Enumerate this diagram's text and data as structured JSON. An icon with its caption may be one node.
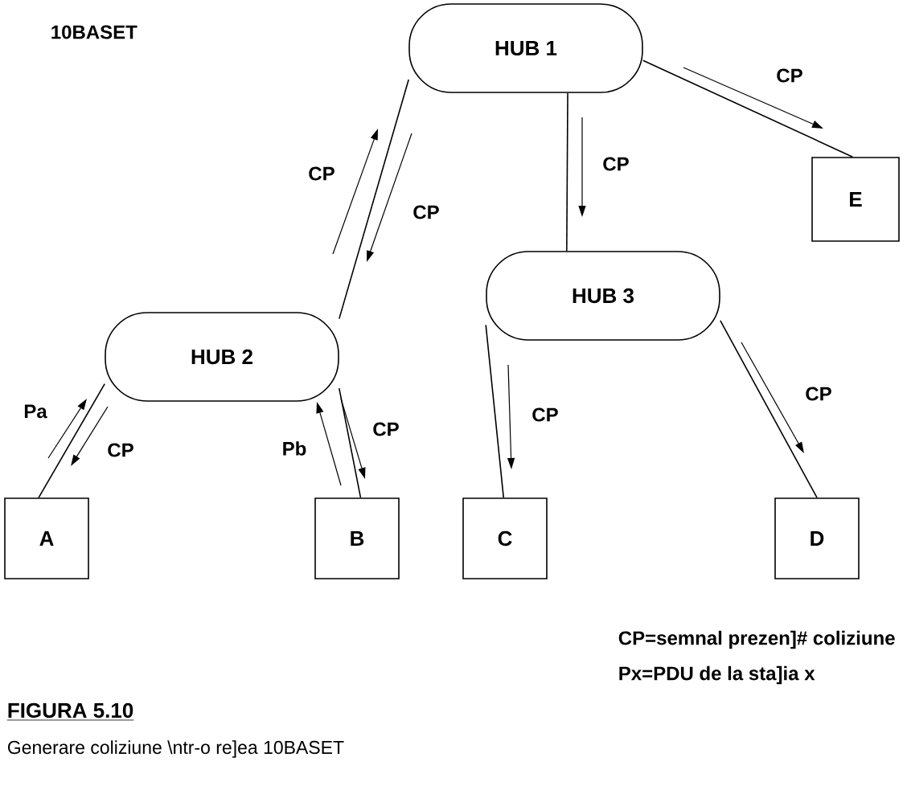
{
  "diagram": {
    "title": "FIGURA 5.10",
    "caption": "Generare coliziune \\ntr-o re]ea 10BASET",
    "nodes": [
      {
        "text": [
          "HUB 1"
        ]
      },
      {
        "text": [
          "HUB 2"
        ]
      },
      {
        "text": [
          "HUB 3"
        ]
      },
      {
        "text": [
          "A"
        ]
      },
      {
        "text": [
          "B"
        ]
      },
      {
        "text": [
          "C"
        ]
      },
      {
        "text": [
          "D"
        ]
      },
      {
        "text": [
          "E"
        ]
      }
    ],
    "edges": [
      {
        "from": 0,
        "to": 1,
        "arrow": "none"
      },
      {
        "from": 0,
        "to": 2,
        "arrow": "none"
      },
      {
        "from": 0,
        "to": 7,
        "arrow": "none"
      },
      {
        "from": 1,
        "to": 3,
        "arrow": "none"
      },
      {
        "from": 1,
        "to": 4,
        "arrow": "none"
      },
      {
        "from": 2,
        "to": 5,
        "arrow": "none"
      },
      {
        "from": 2,
        "to": 6,
        "arrow": "none"
      }
    ],
    "labels": [
      "10BASET",
      "CP",
      "CP",
      "CP",
      "CP",
      "CP",
      "Pa",
      "CP",
      "CP",
      "Pb",
      "CP",
      "CP=semnal prezen]# coliziune",
      "Px=PDU de la sta]ia x"
    ]
  }
}
